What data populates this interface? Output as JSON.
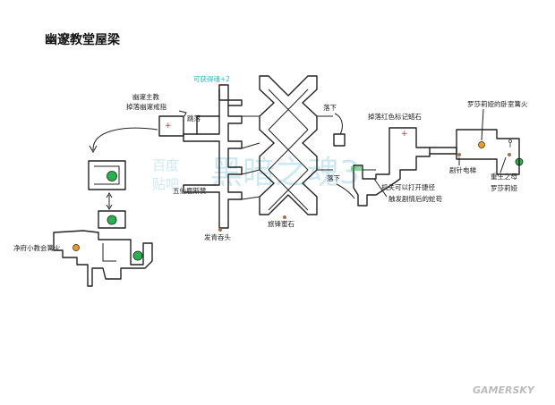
{
  "title": "幽邃教堂屋梁",
  "labels": {
    "priest": "幽邃主教",
    "priest_drop": "掉落幽邃戒指",
    "jump_down": "跳落",
    "soul_drop": "可获得魂+2",
    "fall_down_1": "落下",
    "fall_down_2": "落下",
    "red_sign": "掉落红色标记蜡石",
    "rosaria_bonfire": "罗莎莉娅的卧室篝火",
    "right_elevator": "剧针电梯",
    "rosaria_finger": "重生之母\n罗莎莉娅",
    "mechanism": "机关可以打开捷径",
    "after_touch": "触发剧情后的蛇苟",
    "cleric_ring": "五仙鹿斯赞",
    "boss_head": "发青吞头",
    "exile_stone": "旅锋蜜石",
    "bonfire_hall": "净府小教会篝火"
  },
  "watermark": {
    "line1": "百度",
    "line2": "贴吧",
    "big": "黑暗之魂3"
  },
  "brand": "GAMERSKY",
  "colors": {
    "wall": "#222222",
    "bonfire": "#f39a1e",
    "elevator": "#27b24a",
    "item_red": "#e02020",
    "note_teal": "#2bb5c8"
  },
  "icons": [
    "bonfire-icon",
    "elevator-icon",
    "item-marker-icon",
    "arrow-icon",
    "npc-icon"
  ]
}
